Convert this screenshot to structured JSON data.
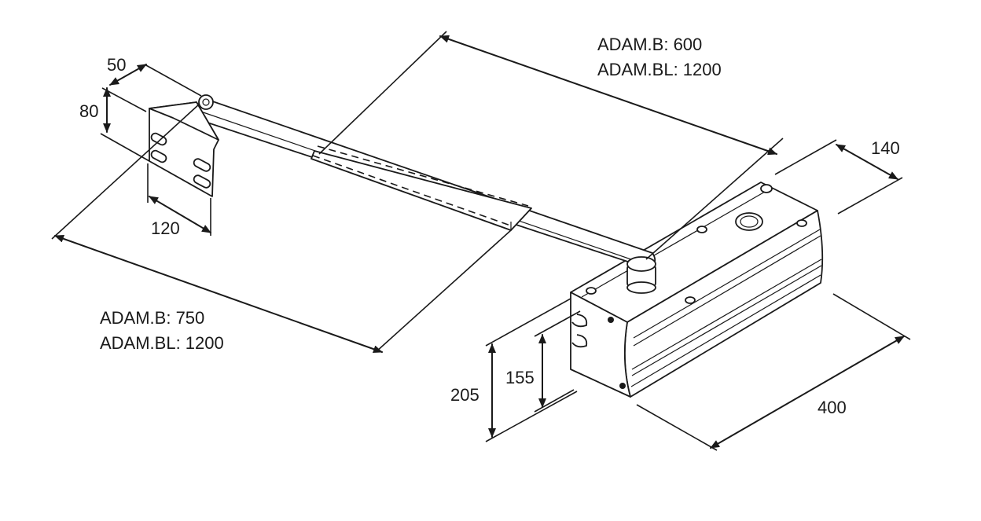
{
  "labels": {
    "top_line1": "ADAM.B: 600",
    "top_line2": "ADAM.BL: 1200",
    "left_line1": "ADAM.B: 750",
    "left_line2": "ADAM.BL: 1200",
    "d50": "50",
    "d80": "80",
    "d120": "120",
    "d140": "140",
    "d155": "155",
    "d205": "205",
    "d400": "400"
  }
}
